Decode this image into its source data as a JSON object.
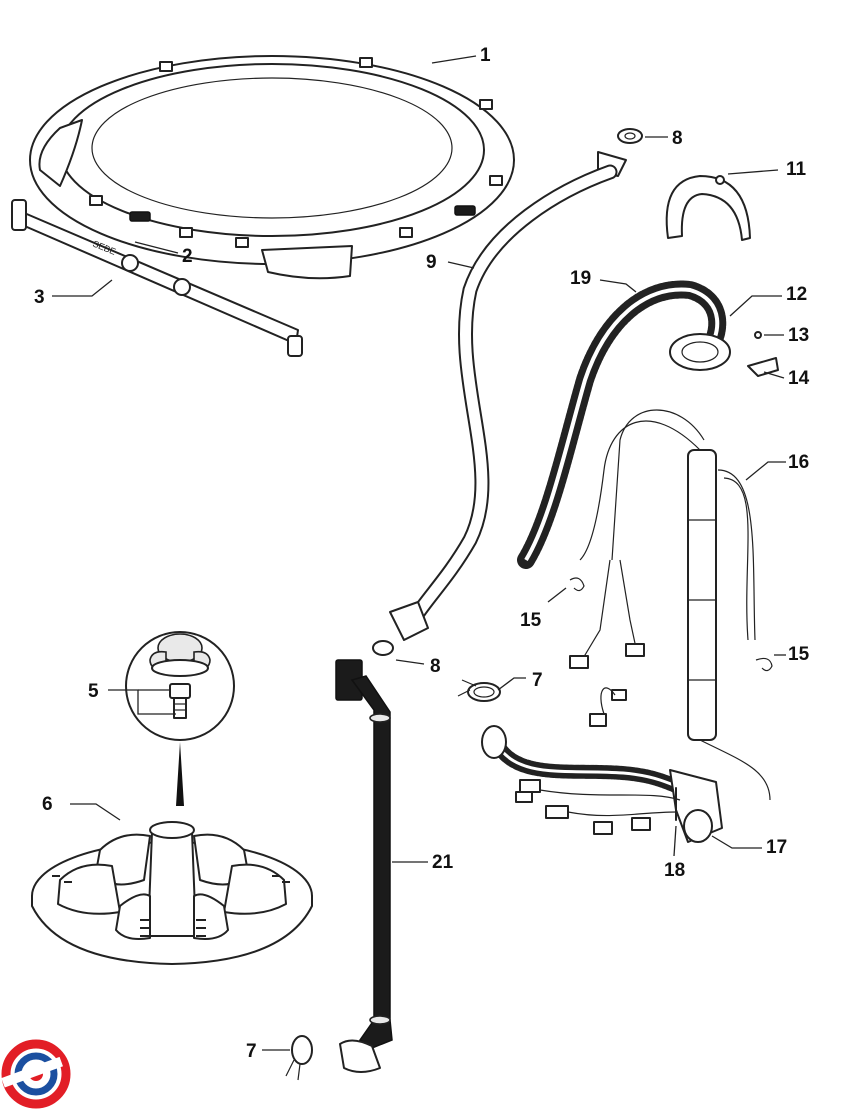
{
  "callouts": [
    "1",
    "2",
    "3",
    "5",
    "6",
    "7",
    "7",
    "8",
    "8",
    "9",
    "11",
    "12",
    "13",
    "14",
    "15",
    "15",
    "16",
    "17",
    "18",
    "19",
    "21"
  ],
  "bar_text": "SEBE",
  "logo": {
    "colors": [
      "#e21e26",
      "#1b4fa0"
    ]
  }
}
